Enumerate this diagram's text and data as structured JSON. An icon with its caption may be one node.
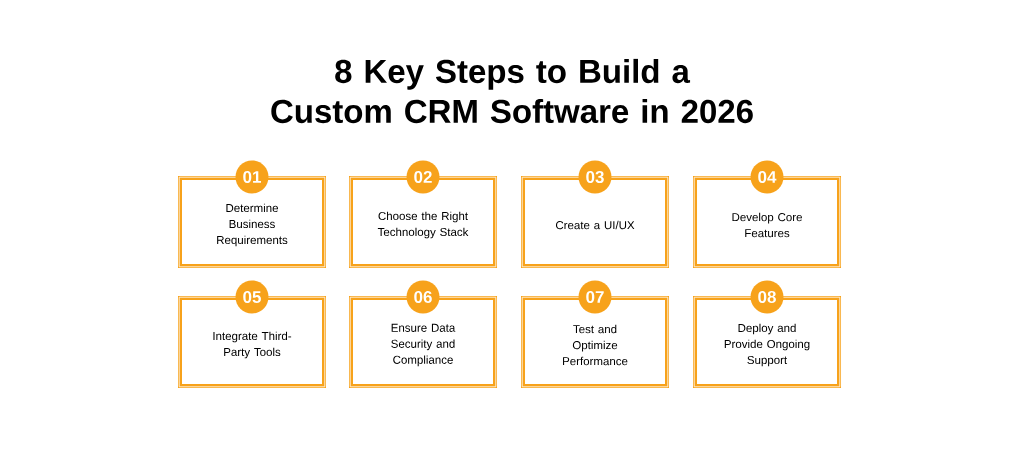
{
  "diagram": {
    "title": "8 Key Steps to Build a Custom CRM Software in 2026",
    "nodes": [
      {
        "text": [
          "01",
          "Determine Business Requirements"
        ]
      },
      {
        "text": [
          "02",
          "Choose the Right Technology Stack"
        ]
      },
      {
        "text": [
          "03",
          "Create a UI/UX"
        ]
      },
      {
        "text": [
          "04",
          "Develop Core Features"
        ]
      },
      {
        "text": [
          "05",
          "Integrate Third-Party Tools"
        ]
      },
      {
        "text": [
          "06",
          "Ensure Data Security and Compliance"
        ]
      },
      {
        "text": [
          "07",
          "Test and Optimize Performance"
        ]
      },
      {
        "text": [
          "08",
          "Deploy and Provide Ongoing Support"
        ]
      }
    ]
  }
}
